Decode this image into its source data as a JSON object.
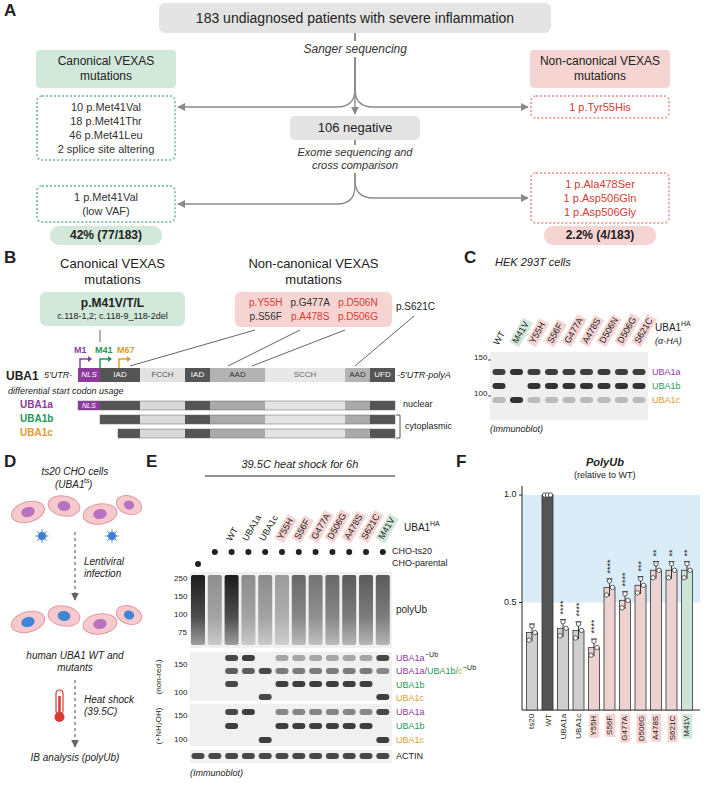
{
  "diagram": {
    "nodes": [
      {
        "text": [
          "183 undiagnosed patients with severe inflammation"
        ]
      },
      {
        "text": [
          "Canonical VEXAS mutations"
        ]
      },
      {
        "text": [
          "10 p.Met41Val",
          "18 p.Met41Thr",
          "46 p.Met41Leu",
          "2 splice site altering"
        ]
      },
      {
        "text": [
          "1 p.Met41Val",
          "(low VAF)"
        ]
      },
      {
        "text": [
          "42% (77/183)"
        ]
      },
      {
        "text": [
          "106 negative"
        ]
      },
      {
        "text": [
          "Non-canonical VEXAS mutations"
        ]
      },
      {
        "text": [
          "1 p.Tyr55His"
        ]
      },
      {
        "text": [
          "1 p.Ala478Ser",
          "1 p.Asp506Gln",
          "1 p.Asp506Gly"
        ]
      },
      {
        "text": [
          "2.2% (4/183)"
        ]
      },
      {
        "text": [
          "Canonical VEXAS mutations",
          "p.M41V/T/L",
          "c.118-1,2; c.118-9_118-2del"
        ]
      },
      {
        "text": [
          "Non-canonical VEXAS mutations",
          "p.Y55H",
          "p.G477A",
          "p.D506N",
          "p.S56F",
          "p.A478S",
          "p.D506G"
        ]
      },
      {
        "text": [
          "NLS"
        ]
      },
      {
        "text": [
          "IAD"
        ]
      },
      {
        "text": [
          "FCCH"
        ]
      },
      {
        "text": [
          "IAD"
        ]
      },
      {
        "text": [
          "AAD"
        ]
      },
      {
        "text": [
          "SCCH"
        ]
      },
      {
        "text": [
          "AAD"
        ]
      },
      {
        "text": [
          "UFD"
        ]
      }
    ],
    "edges": [
      {
        "from": 0,
        "to": 2,
        "arrow": "to"
      },
      {
        "from": 0,
        "to": 5,
        "label": "Sanger sequencing",
        "arrow": "to"
      },
      {
        "from": 0,
        "to": 7,
        "arrow": "to"
      },
      {
        "from": 5,
        "to": 3,
        "label": "Exome sequencing and cross comparison",
        "arrow": "to"
      },
      {
        "from": 5,
        "to": 8,
        "arrow": "to"
      }
    ],
    "labels": [
      "A",
      "B",
      "C",
      "D",
      "E",
      "F",
      "UBA1",
      "5'UTR-",
      "M1",
      "M41",
      "M67",
      "differential start codon usage",
      "-5'UTR-polyA",
      "NLS",
      "UBA1a",
      "UBA1b",
      "UBA1c",
      "nuclear",
      "cytoplasmic",
      "p.S621C",
      "HEK 293T cells",
      "WT",
      "M41V",
      "Y55H",
      "S56F",
      "G477A",
      "A478S",
      "D506N",
      "D506G",
      "S621C",
      "UBA1",
      "HA",
      "(α-HA)",
      "150",
      "100",
      "UBA1a",
      "UBA1b",
      "UBA1c",
      "(Immunoblot)",
      "ts20 CHO cells",
      "(UBA1",
      "ts",
      ")",
      "Lentiviral infection",
      "human UBA1 WT and mutants",
      "Heat shock (39.5C)",
      "IB analysis (polyUb)",
      "39.5C heat shock for 6h",
      "WT",
      "UBA1a",
      "UBA1c",
      "Y55H",
      "S56F",
      "G477A",
      "D506G",
      "A478S",
      "S621C",
      "M41V",
      "UBA1",
      "HA",
      "CHO-ts20",
      "CHO-parental",
      "250",
      "150",
      "100",
      "75",
      "polyUb",
      "(non-red.)",
      "150",
      "100",
      "UBA1a",
      "~Ub",
      "UBA1a/",
      "UBA1b/",
      "c",
      "~Ub",
      "UBA1b",
      "UBA1c",
      "(+NH₂OH)",
      "150",
      "100",
      "UBA1a",
      "UBA1b",
      "UBA1c",
      "ACTIN",
      "(Immunoblot)",
      "PolyUb",
      "(relative to WT)",
      "1.0",
      "0.5",
      "ts20",
      "WT",
      "UBA1a",
      "UBA1c",
      "Y55H",
      "S56F",
      "G477A",
      "D506G",
      "A478S",
      "S621C",
      "M41V",
      "****",
      "****",
      "****",
      "****",
      "****",
      "***",
      "**",
      "**",
      "**"
    ]
  }
}
